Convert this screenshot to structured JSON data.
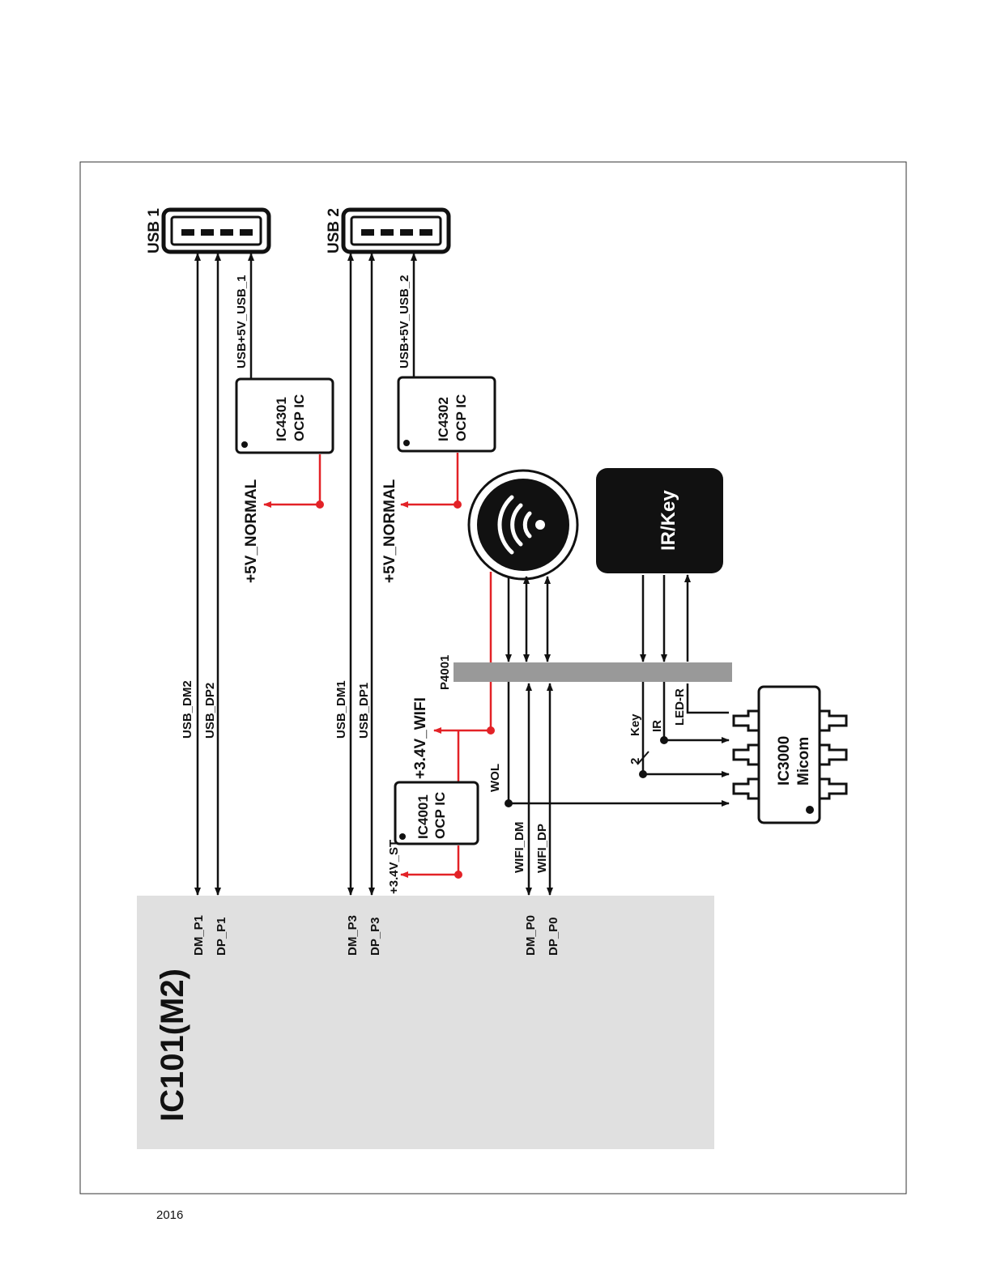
{
  "colors": {
    "signal": "#111111",
    "power": "#e32227",
    "main_ic_fill": "#e0e0e0",
    "connector_fill": "#999999",
    "irkey_fill": "#111111"
  },
  "main_ic": {
    "name": "IC101(M2)"
  },
  "usb1": {
    "name": "USB 1",
    "power_net": "USB+5V_USB_1",
    "ocp": {
      "ref": "IC4301",
      "type": "OCP IC"
    },
    "supply": "+5V_NORMAL",
    "dm_net": "USB_DM2",
    "dp_net": "USB_DP2",
    "dm_pin": "DM_P1",
    "dp_pin": "DP_P1"
  },
  "usb2": {
    "name": "USB 2",
    "power_net": "USB+5V_USB_2",
    "ocp": {
      "ref": "IC4302",
      "type": "OCP IC"
    },
    "supply": "+5V_NORMAL",
    "dm_net": "USB_DM1",
    "dp_net": "USB_DP1",
    "dm_pin": "DM_P3",
    "dp_pin": "DP_P3"
  },
  "wifi": {
    "icon": "wifi-icon",
    "supply": "+3.4V_WIFI",
    "ocp": {
      "ref": "IC4001",
      "type": "OCP IC"
    },
    "ocp_input": "+3.4V_ST",
    "wol": "WOL",
    "dm_net": "WIFI_DM",
    "dp_net": "WIFI_DP",
    "dm_pin": "DM_P0",
    "dp_pin": "DP_P0"
  },
  "connector": {
    "ref": "P4001"
  },
  "irkey": {
    "label": "IR/Key",
    "key": "Key",
    "key_bus": "2",
    "ir": "IR",
    "led": "LED-R"
  },
  "micom": {
    "ref": "IC3000",
    "name": "Micom"
  },
  "footer": {
    "year": "2016"
  }
}
